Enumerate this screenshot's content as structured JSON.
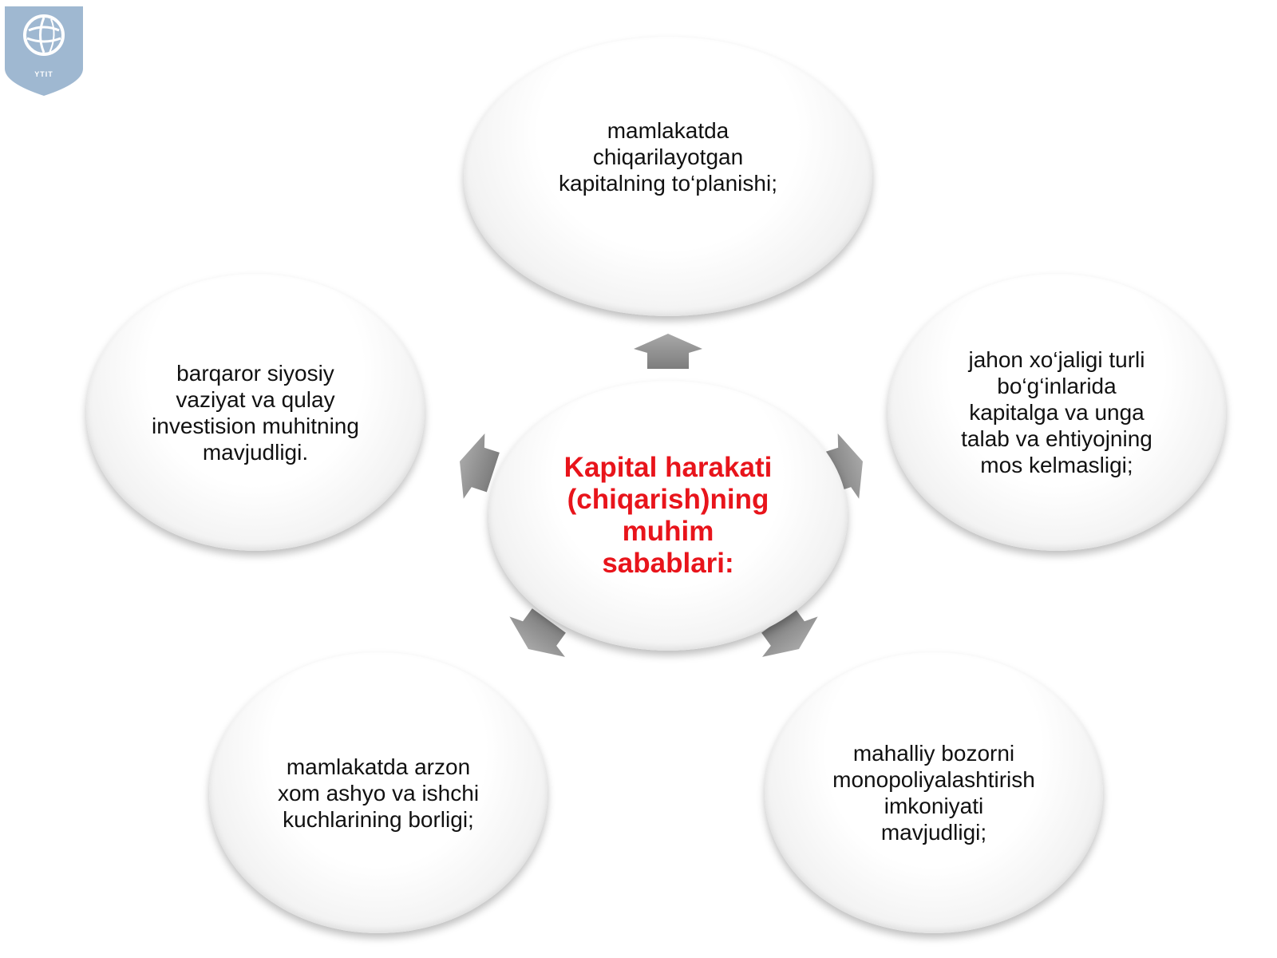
{
  "logo": {
    "text": "YTIT",
    "icon": "globe-shield-icon",
    "color": "#9fb8d1"
  },
  "diagram": {
    "center": {
      "lines": [
        "Kapital harakati",
        "(chiqarish)ning",
        "muhim",
        "sabablari:"
      ],
      "color": "#e8141b"
    },
    "nodes": [
      {
        "id": "top",
        "lines": [
          "mamlakatda",
          "chiqarilayotgan",
          "kapitalning to‘planishi;"
        ]
      },
      {
        "id": "right",
        "lines": [
          "jahon xo‘jaligi turli",
          "bo‘g‘inlarida",
          "kapitalga va unga",
          "talab va ehtiyojning",
          "mos kelmasligi;"
        ]
      },
      {
        "id": "bottom-right",
        "lines": [
          "mahalliy bozorni",
          "monopoliyalashtirish",
          "imkoniyati",
          "mavjudligi;"
        ]
      },
      {
        "id": "bottom-left",
        "lines": [
          "mamlakatda arzon",
          "xom ashyo va ishchi",
          "kuchlarining borligi;"
        ]
      },
      {
        "id": "left",
        "lines": [
          "barqaror siyosiy",
          "vaziyat va qulay",
          "investision muhitning",
          "mavjudligi."
        ]
      }
    ],
    "arrow_color": "#8c8c8c"
  }
}
